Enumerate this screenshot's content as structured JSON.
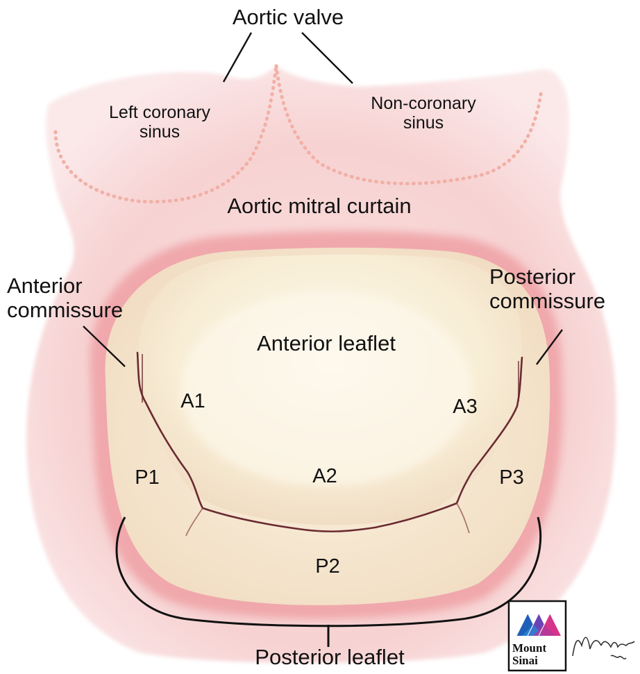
{
  "labels": {
    "aortic_valve": "Aortic valve",
    "left_coronary_sinus": "Left coronary\nsinus",
    "non_coronary_sinus": "Non-coronary\nsinus",
    "aortic_mitral_curtain": "Aortic mitral curtain",
    "anterior_commissure": "Anterior\ncommissure",
    "posterior_commissure": "Posterior\ncommissure",
    "anterior_leaflet": "Anterior leaflet",
    "posterior_leaflet": "Posterior leaflet"
  },
  "segments": {
    "a1": "A1",
    "a2": "A2",
    "a3": "A3",
    "p1": "P1",
    "p2": "P2",
    "p3": "P3"
  },
  "logo": {
    "name": "Mount Sinai",
    "line1": "Mount",
    "line2": "Sinai",
    "signature": "M Williams '18"
  },
  "colors": {
    "tissue_pink": "#f6cfd0",
    "leaflet_cream": "#f9f0d8",
    "annulus_pink": "#f0a8ac",
    "sinus_dots": "#f1b0a6",
    "coaptation_line": "#6a2a30",
    "logo_blue": "#1a3d8f",
    "logo_magenta": "#d6338a"
  }
}
